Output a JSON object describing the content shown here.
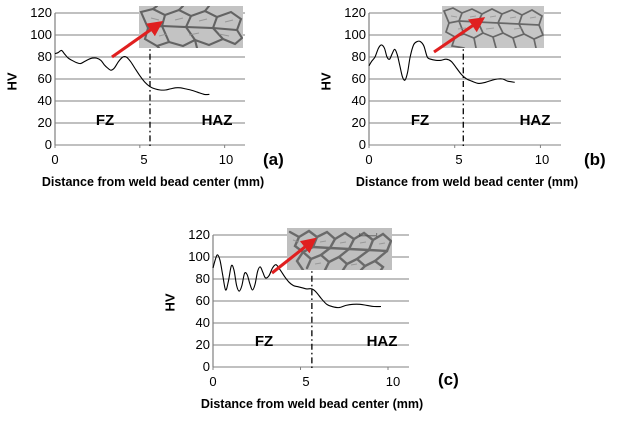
{
  "figure": {
    "axis_label_x": "Distance from weld bead center (mm)",
    "axis_label_y": "HV",
    "zone_left": "FZ",
    "zone_right": "HAZ",
    "panel_a_letter": "(a)",
    "panel_b_letter": "(b)",
    "panel_c_letter": "(c)",
    "arrow_color": "#e02020",
    "line_color": "#000000",
    "grid_color": "#808080",
    "micrograph_base": "#bdbdbd",
    "micrograph_grain": "#6e6e6e"
  },
  "yticks": [
    "0",
    "20",
    "40",
    "60",
    "80",
    "100",
    "120"
  ],
  "xticks": [
    "0",
    "5",
    "10"
  ],
  "chart_data": [
    {
      "type": "line",
      "title": "(a)",
      "xlabel": "Distance from weld bead center (mm)",
      "ylabel": "HV",
      "xlim": [
        0,
        11.2
      ],
      "ylim": [
        0,
        120
      ],
      "xticks": [
        0,
        5,
        10
      ],
      "yticks": [
        0,
        20,
        40,
        60,
        80,
        100,
        120
      ],
      "grid": true,
      "annotations": [
        {
          "text": "FZ",
          "x": 2.6,
          "y": 25
        },
        {
          "text": "HAZ",
          "x": 7.9,
          "y": 25
        },
        {
          "text": "fusion-boundary",
          "x": 5.6,
          "y": null
        }
      ],
      "boundary_x": 5.6,
      "x": [
        0.0,
        0.18,
        0.38,
        0.55,
        0.78,
        1.0,
        1.25,
        1.5,
        1.75,
        2.0,
        2.2,
        2.45,
        2.7,
        2.9,
        3.1,
        3.3,
        3.5,
        3.75,
        4.0,
        4.2,
        4.45,
        4.7,
        5.0,
        5.3,
        5.6,
        5.9,
        6.2,
        6.5,
        6.8,
        7.1,
        7.4,
        7.7,
        8.0,
        8.4,
        8.8,
        9.1
      ],
      "y": [
        83,
        84,
        86,
        83,
        79,
        77,
        75,
        74,
        76,
        78,
        79,
        79,
        77,
        73,
        70,
        68,
        70,
        76,
        80,
        80,
        76,
        70,
        63,
        57,
        53,
        51,
        50,
        50,
        51,
        52,
        52,
        51,
        50,
        48,
        46,
        46
      ]
    },
    {
      "type": "line",
      "title": "(b)",
      "xlabel": "Distance from weld bead center (mm)",
      "ylabel": "HV",
      "xlim": [
        0,
        11.2
      ],
      "ylim": [
        0,
        120
      ],
      "xticks": [
        0,
        5,
        10
      ],
      "yticks": [
        0,
        20,
        40,
        60,
        80,
        100,
        120
      ],
      "grid": true,
      "annotations": [
        {
          "text": "FZ",
          "x": 2.6,
          "y": 25
        },
        {
          "text": "HAZ",
          "x": 7.9,
          "y": 25
        },
        {
          "text": "fusion-boundary",
          "x": 5.5,
          "y": null
        }
      ],
      "boundary_x": 5.5,
      "x": [
        0.0,
        0.15,
        0.35,
        0.55,
        0.72,
        0.9,
        1.05,
        1.2,
        1.35,
        1.5,
        1.65,
        1.8,
        1.95,
        2.1,
        2.25,
        2.4,
        2.6,
        2.8,
        3.0,
        3.2,
        3.4,
        3.6,
        3.9,
        4.2,
        4.5,
        4.8,
        5.1,
        5.4,
        5.7,
        6.0,
        6.4,
        6.8,
        7.2,
        7.5,
        7.8,
        8.1,
        8.5
      ],
      "y": [
        72,
        76,
        80,
        88,
        91,
        88,
        80,
        78,
        83,
        87,
        82,
        72,
        62,
        59,
        66,
        80,
        91,
        94,
        94,
        90,
        80,
        78,
        77,
        77,
        78,
        76,
        70,
        64,
        60,
        58,
        56,
        57,
        59,
        60,
        60,
        58,
        57
      ]
    },
    {
      "type": "line",
      "title": "(c)",
      "xlabel": "Distance from weld bead center (mm)",
      "ylabel": "HV",
      "xlim": [
        0,
        11.2
      ],
      "ylim": [
        0,
        120
      ],
      "xticks": [
        0,
        5,
        10
      ],
      "yticks": [
        0,
        20,
        40,
        60,
        80,
        100,
        120
      ],
      "grid": true,
      "annotations": [
        {
          "text": "FZ",
          "x": 2.5,
          "y": 25
        },
        {
          "text": "HAZ",
          "x": 7.9,
          "y": 25
        },
        {
          "text": "fusion-boundary",
          "x": 5.65,
          "y": null
        }
      ],
      "boundary_x": 5.65,
      "x": [
        0.0,
        0.12,
        0.25,
        0.4,
        0.55,
        0.72,
        0.88,
        1.05,
        1.2,
        1.35,
        1.5,
        1.65,
        1.8,
        1.95,
        2.1,
        2.25,
        2.4,
        2.55,
        2.7,
        2.85,
        3.0,
        3.2,
        3.4,
        3.6,
        3.85,
        4.1,
        4.35,
        4.6,
        4.85,
        5.1,
        5.35,
        5.65,
        5.9,
        6.2,
        6.5,
        6.8,
        7.2,
        7.6,
        8.0,
        8.4,
        8.8,
        9.2,
        9.6
      ],
      "y": [
        90,
        97,
        102,
        97,
        84,
        70,
        78,
        92,
        88,
        74,
        69,
        74,
        85,
        84,
        76,
        70,
        75,
        87,
        91,
        86,
        81,
        83,
        90,
        93,
        88,
        82,
        77,
        74,
        73,
        72,
        71,
        71,
        68,
        62,
        57,
        55,
        54,
        56,
        57,
        57,
        56,
        55,
        55
      ]
    }
  ]
}
